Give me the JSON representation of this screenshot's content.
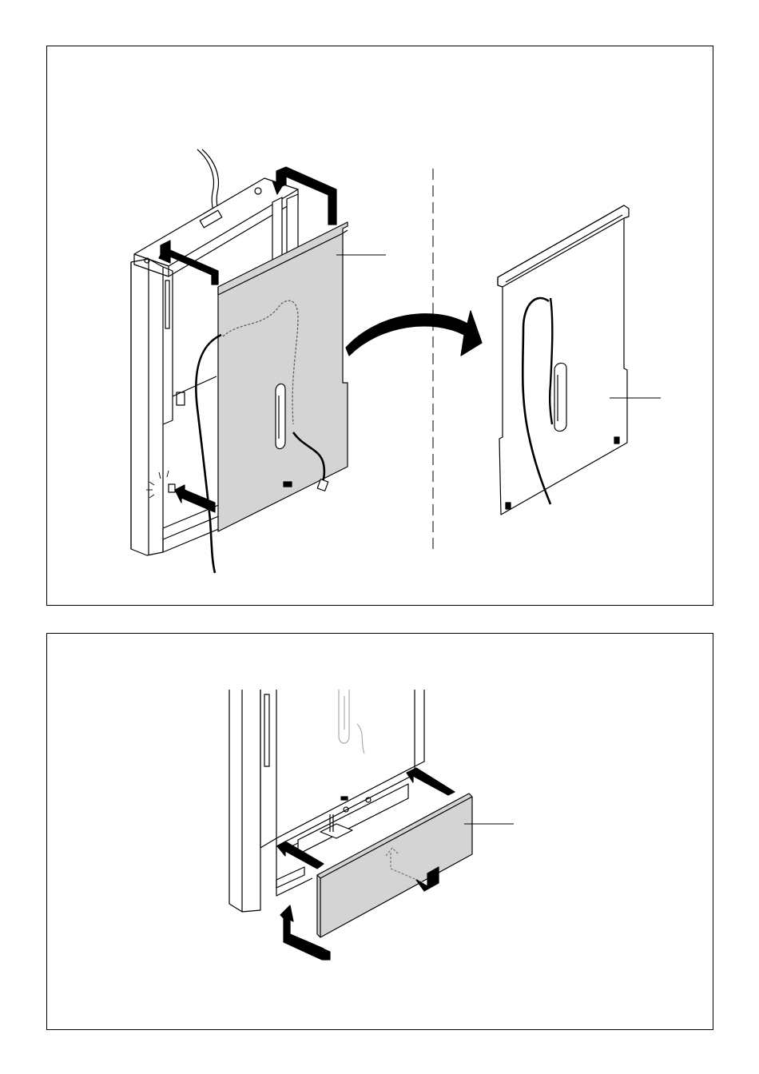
{
  "figures": [
    {
      "id": "remove-front-panel",
      "steps": [
        "lift-panel-off-top-hooks",
        "pull-panel-forward",
        "set-panel-aside"
      ],
      "callouts": [
        "front-panel-label",
        "removed-panel-label"
      ]
    },
    {
      "id": "remove-lower-drawer-cover",
      "steps": [
        "slide-cover-forward",
        "lift-cover-down"
      ],
      "callouts": [
        "lower-cover-label"
      ]
    }
  ],
  "colors": {
    "line": "#000000",
    "panel_fill": "#d4d4d4",
    "background": "#ffffff",
    "arrow": "#000000"
  }
}
